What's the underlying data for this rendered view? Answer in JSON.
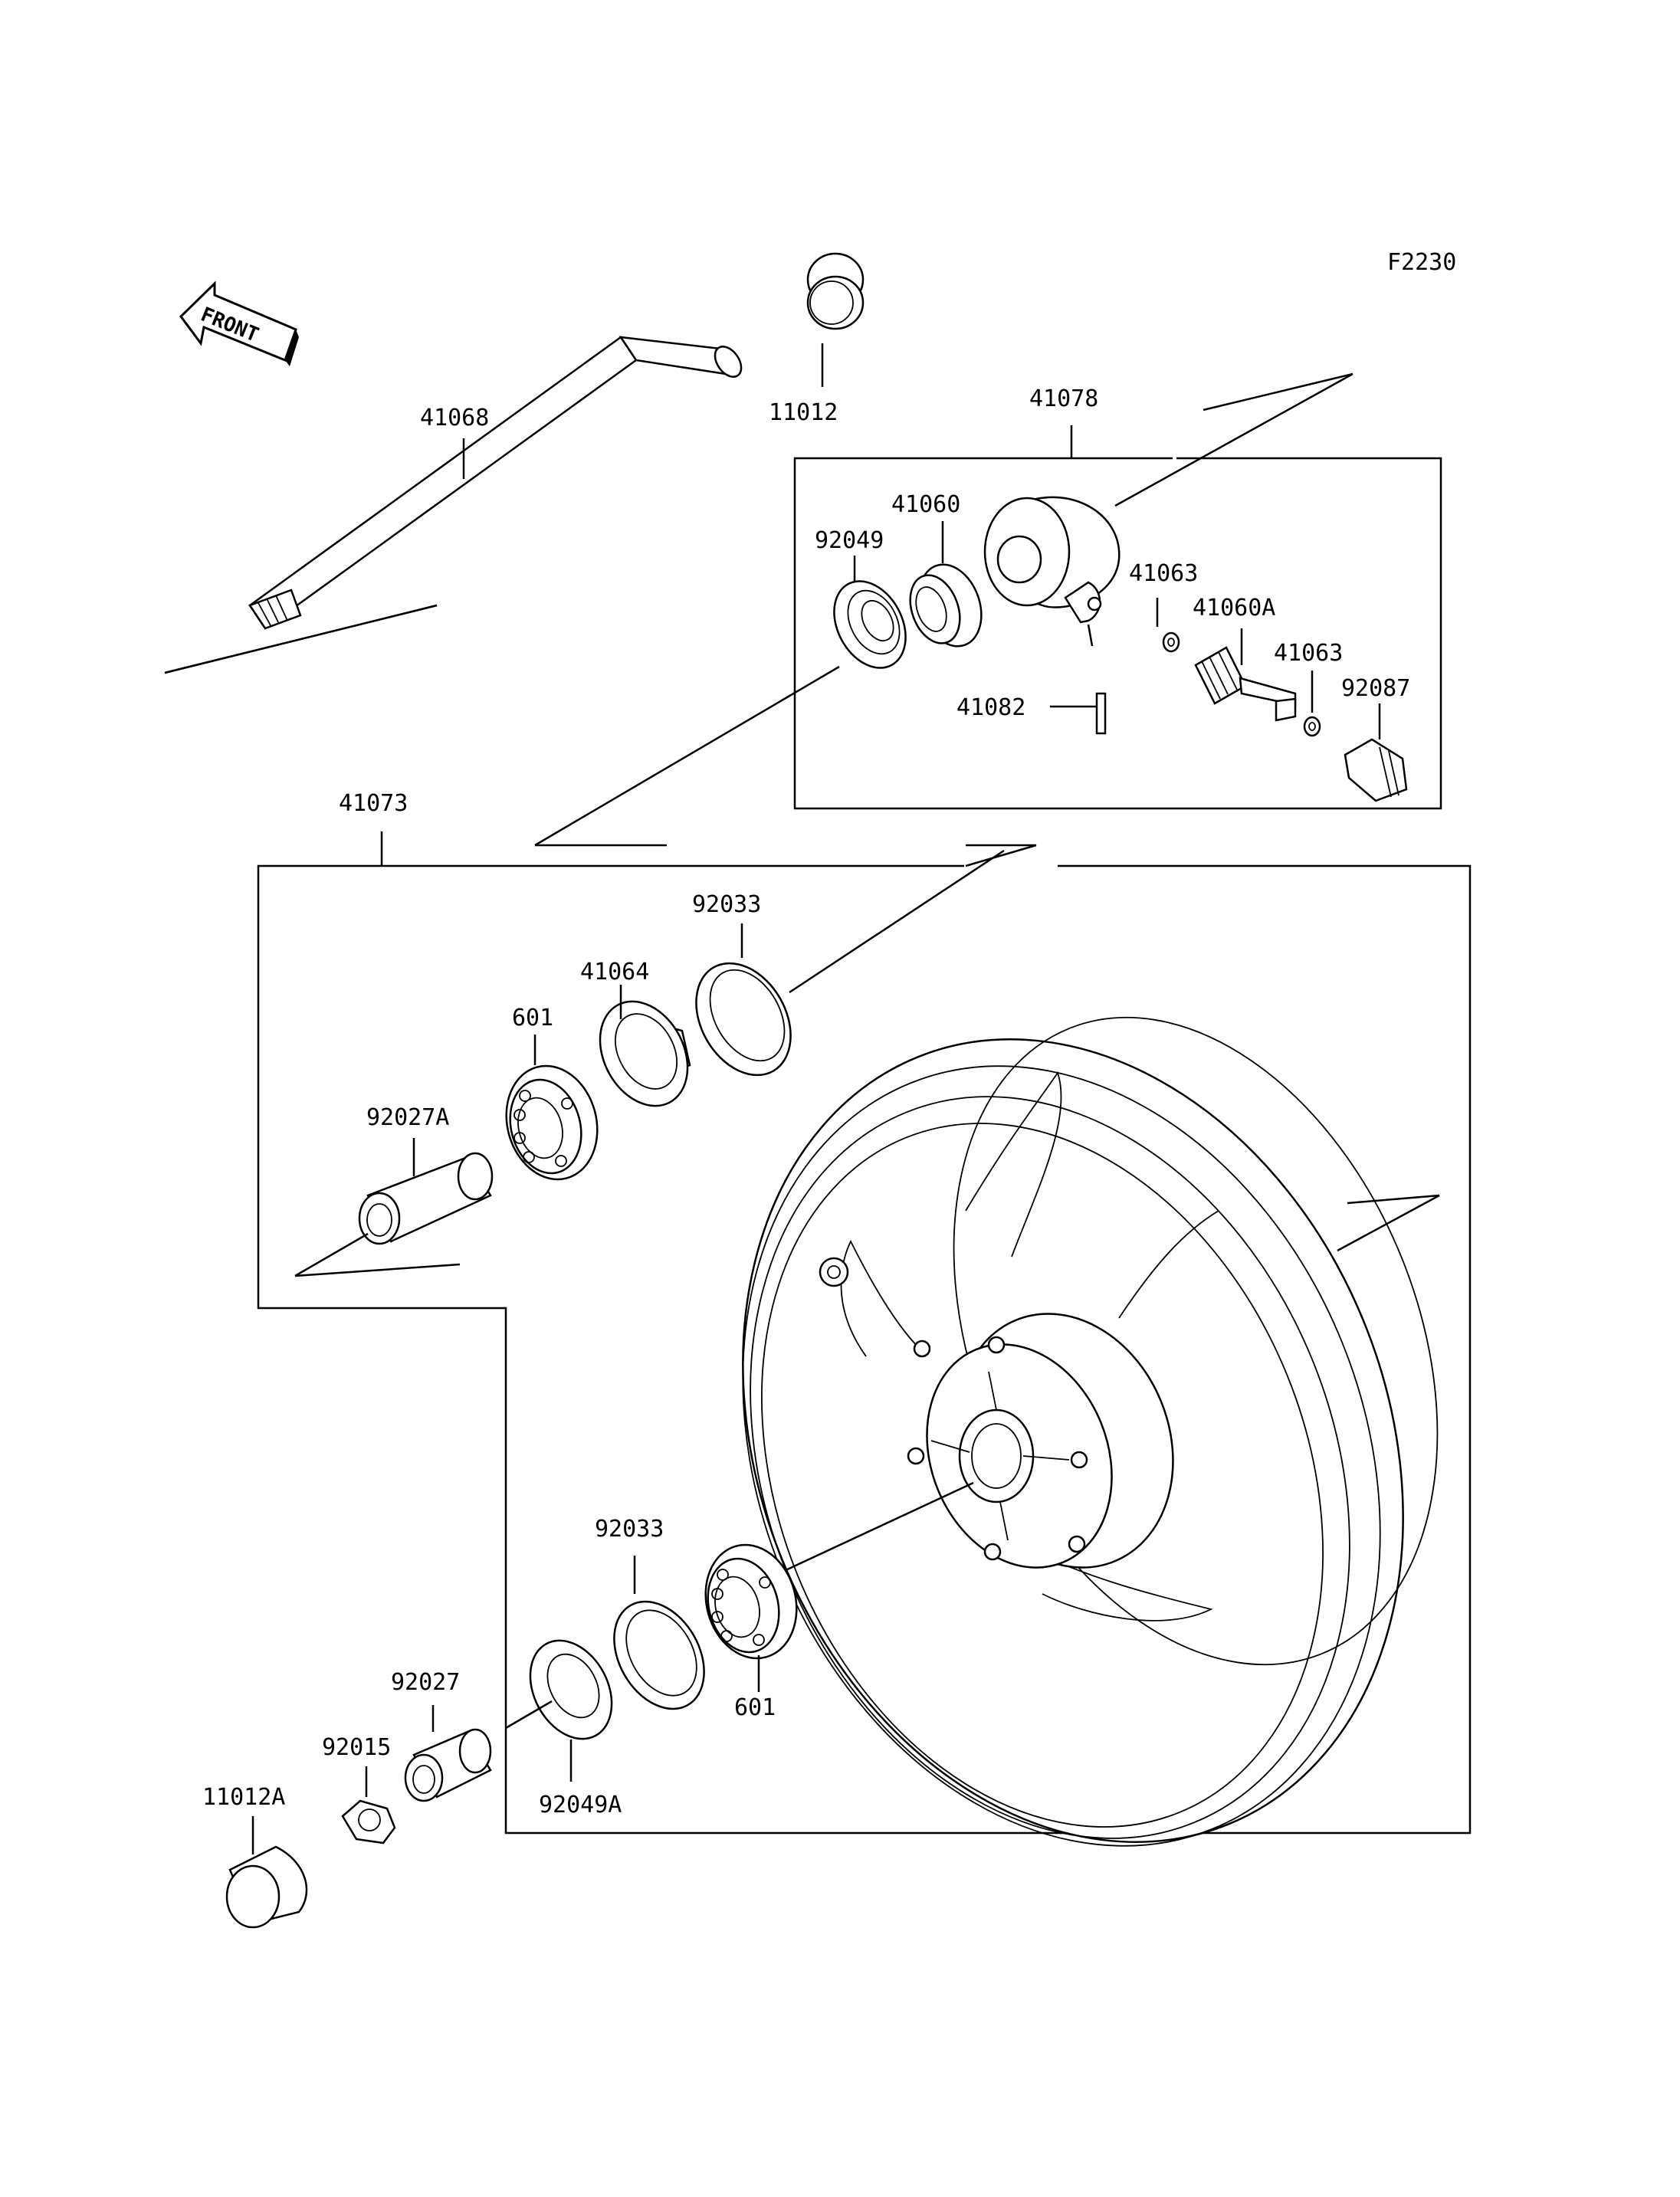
{
  "figure_code": "F2230",
  "front_arrow_text": "FRONT",
  "parts": {
    "p41068": "41068",
    "p11012": "11012",
    "p41078": "41078",
    "p41060": "41060",
    "p92049": "92049",
    "p41063a": "41063",
    "p41060a": "41060A",
    "p41063b": "41063",
    "p92087": "92087",
    "p41082": "41082",
    "p41073": "41073",
    "p92033a": "92033",
    "p41064": "41064",
    "p601a": "601",
    "p92027a": "92027A",
    "p92033b": "92033",
    "p601b": "601",
    "p92027": "92027",
    "p92015": "92015",
    "p11012a": "11012A",
    "p92049a": "92049A"
  }
}
